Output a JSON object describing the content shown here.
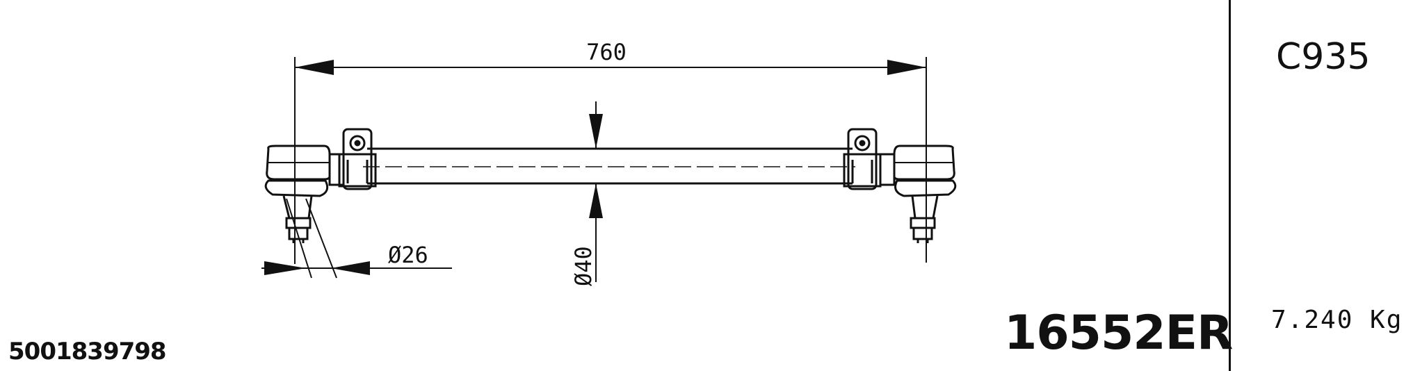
{
  "drawing": {
    "dimension_length": "760",
    "dimension_ball_pin": "Ø26",
    "dimension_tube": "Ø40"
  },
  "labels": {
    "code": "C935",
    "part_number": "16552ER",
    "weight": "7.240 Kg",
    "reference": "5001839798"
  }
}
